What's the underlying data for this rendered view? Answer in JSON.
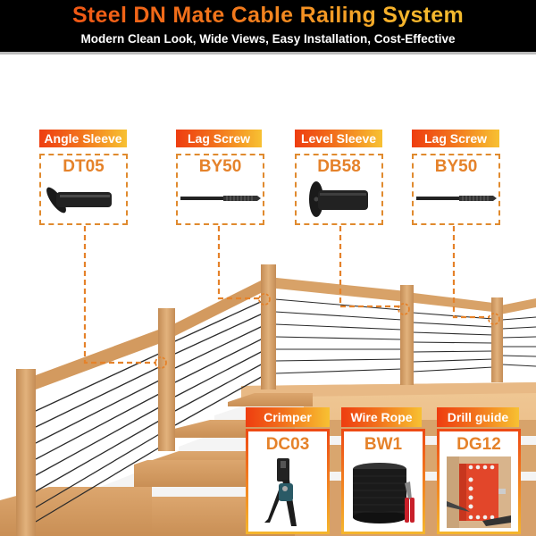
{
  "header": {
    "title": "Steel DN Mate Cable Railing System",
    "subtitle": "Modern Clean Look,   Wide Views,  Easy Installation,  Cost-Effective"
  },
  "parts": [
    {
      "label": "Angle Sleeve",
      "code": "DT05",
      "icon": "angle-sleeve-icon"
    },
    {
      "label": "Lag Screw",
      "code": "BY50",
      "icon": "lag-screw-icon"
    },
    {
      "label": "Level Sleeve",
      "code": "DB58",
      "icon": "level-sleeve-icon"
    },
    {
      "label": "Lag Screw",
      "code": "BY50",
      "icon": "lag-screw-icon"
    }
  ],
  "tools": [
    {
      "label": "Crimper",
      "code": "DC03",
      "icon": "hydraulic-crimper-icon"
    },
    {
      "label": "Wire Rope",
      "code": "BW1",
      "icon": "wire-rope-spool-icon"
    },
    {
      "label": "Drill guide",
      "code": "DG12",
      "icon": "drill-guide-icon"
    }
  ],
  "colors": {
    "accent_orange": "#e5822a",
    "gradient_start": "#ee3d10",
    "gradient_end": "#f7c133",
    "wood": "#d9a46b",
    "cable": "#2b2b2b",
    "header_bg": "#000000"
  }
}
